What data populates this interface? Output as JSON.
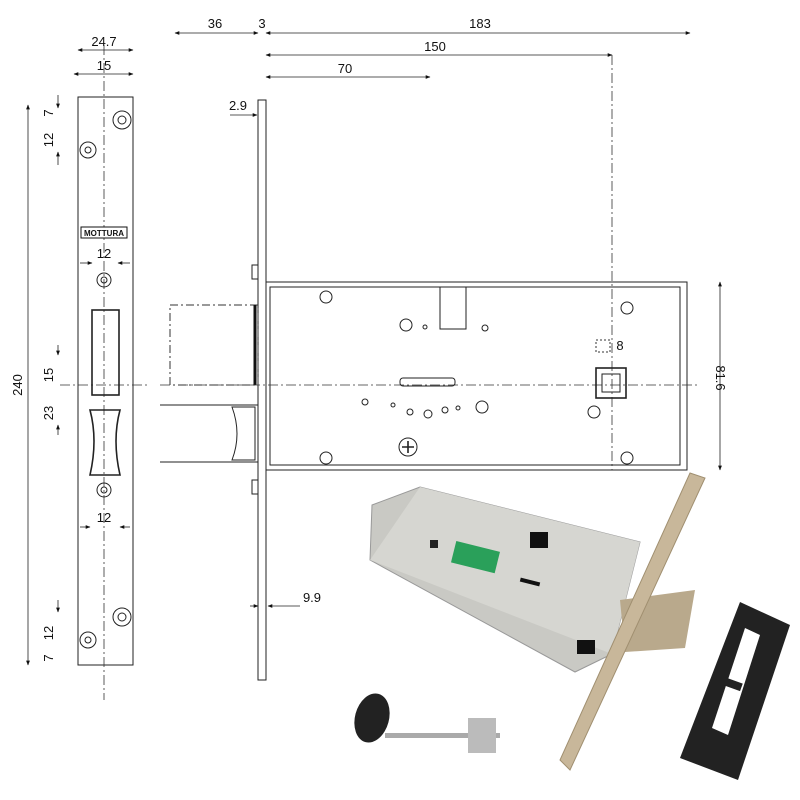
{
  "front_view": {
    "brand_label": "MOTTURA",
    "dims": {
      "width_total": "24.7",
      "width_inner": "15",
      "top_hole_offset": "12",
      "top_edge_offset": "7",
      "latch_width": "12",
      "latch_offset": "15",
      "lower_offset": "23",
      "lower_width": "12",
      "bottom_hole_offset": "12",
      "bottom_edge_offset": "7",
      "height_total": "240"
    }
  },
  "side_view": {
    "dims": {
      "backset_bolt": "36",
      "faceplate_thickness": "3",
      "body_length": "183",
      "spindle_distance": "150",
      "key_distance": "70",
      "faceplate_offset": "2.9",
      "spindle_size": "8",
      "body_height": "81.6",
      "faceplate_bottom": "9.9"
    }
  },
  "colors": {
    "line": "#222222",
    "case": "#c9c9c4",
    "plate": "#c8b79a",
    "strike": "#222222",
    "label": "#2aa05a"
  }
}
